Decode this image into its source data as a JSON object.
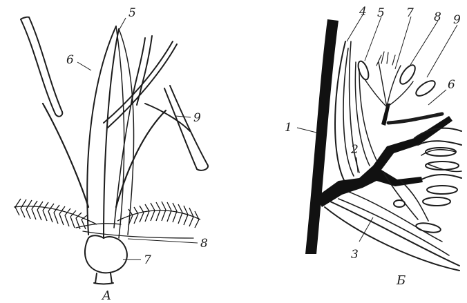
{
  "figure_a": {
    "caption": "A",
    "labels": {
      "l5": "5",
      "l6": "6",
      "l9": "9",
      "l8": "8",
      "l7": "7"
    }
  },
  "figure_b": {
    "caption": "Б",
    "labels": {
      "l1": "1",
      "l2": "2",
      "l3": "3",
      "l4": "4",
      "l5": "5",
      "l7": "7",
      "l8": "8",
      "l9": "9",
      "l6": "6"
    }
  }
}
